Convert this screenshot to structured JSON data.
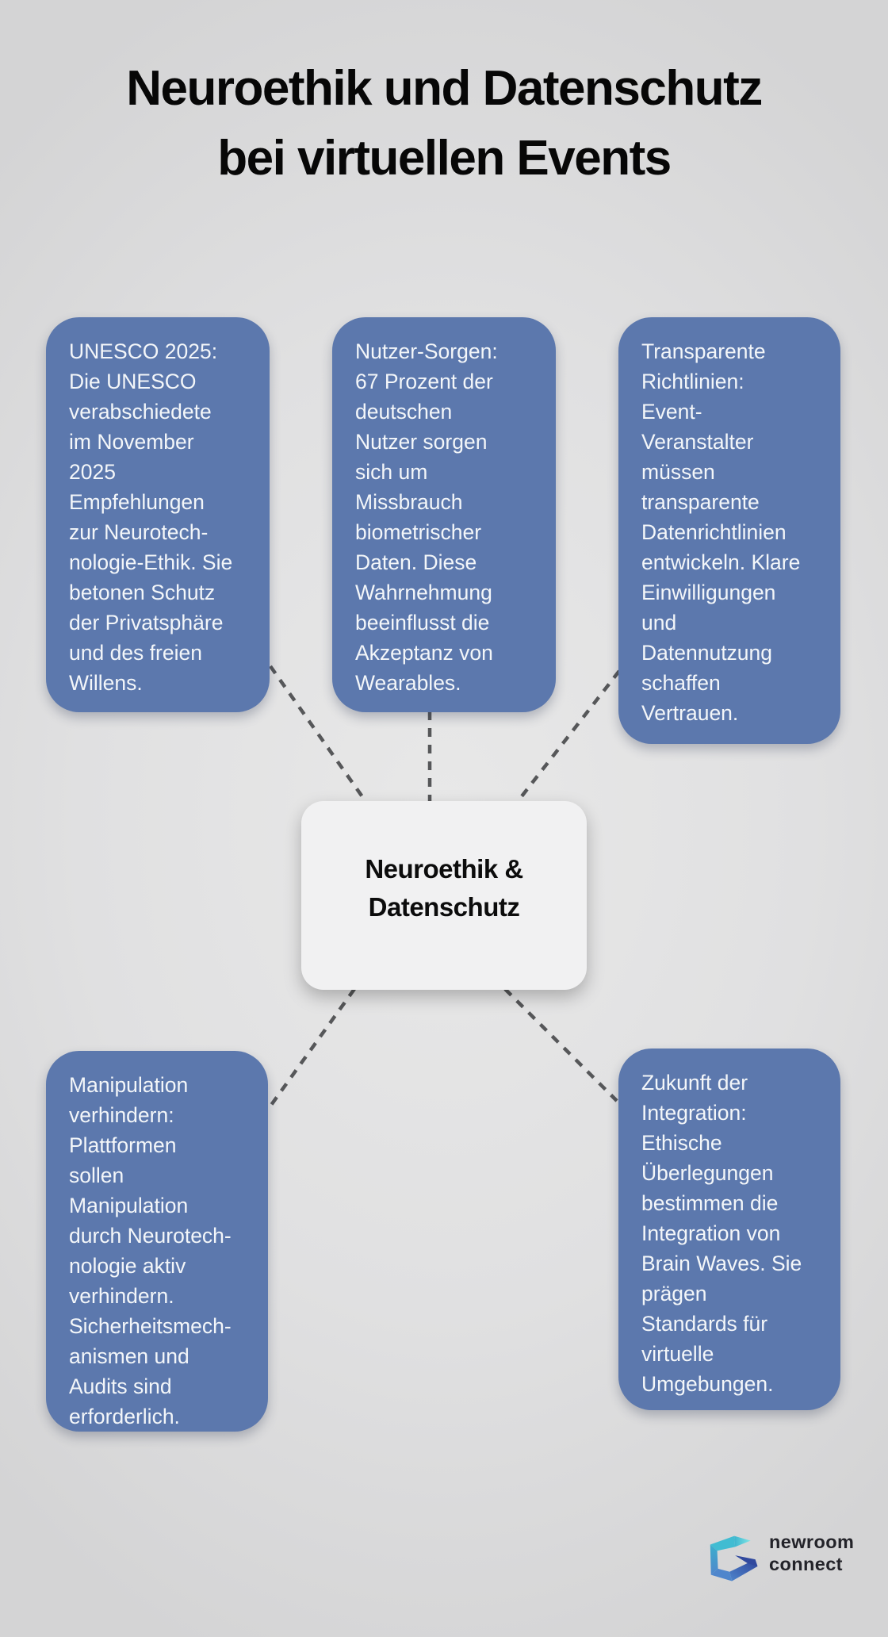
{
  "title": {
    "lines": [
      "Neuroethik und Datenschutz",
      "bei virtuellen Events"
    ]
  },
  "center": {
    "lines": [
      "Neuroethik &",
      "Datenschutz"
    ]
  },
  "cards": [
    {
      "id": "unesco-2025",
      "lines": [
        "UNESCO 2025:",
        "Die UNESCO",
        "verabschiedete",
        "im November",
        "2025",
        "Empfehlungen",
        "zur Neurotech-",
        "nologie-Ethik. Sie",
        "betonen Schutz",
        "der Privatsphäre",
        "und des freien",
        "Willens."
      ]
    },
    {
      "id": "nutzer-sorgen",
      "lines": [
        "Nutzer-Sorgen:",
        "67 Prozent der",
        "deutschen",
        "Nutzer sorgen",
        "sich um",
        "Missbrauch",
        "biometrischer",
        "Daten. Diese",
        "Wahrnehmung",
        "beeinflusst die",
        "Akzeptanz von",
        "Wearables."
      ]
    },
    {
      "id": "transparente-richtlinien",
      "lines": [
        "Transparente",
        "Richtlinien:",
        "Event-",
        "Veranstalter",
        "müssen",
        "transparente",
        "Datenrichtlinien",
        "entwickeln. Klare",
        "Einwilligungen",
        "und",
        "Datennutzung",
        "schaffen",
        "Vertrauen."
      ]
    },
    {
      "id": "manipulation-verhindern",
      "lines": [
        "Manipulation",
        "verhindern:",
        "Plattformen",
        "sollen",
        "Manipulation",
        "durch Neurotech-",
        "nologie aktiv",
        "verhindern.",
        "Sicherheitsmech-",
        "anismen und",
        "Audits sind",
        "erforderlich."
      ]
    },
    {
      "id": "zukunft-der-integration",
      "lines": [
        "Zukunft der",
        "Integration:",
        "Ethische",
        "Überlegungen",
        "bestimmen die",
        "Integration von",
        "Brain Waves. Sie",
        "prägen",
        "Standards für",
        "virtuelle",
        "Umgebungen."
      ]
    }
  ],
  "logo": {
    "line1": "newroom",
    "line2": "connect"
  },
  "colors": {
    "background": "#dfdfe0",
    "card_fill": "#5c78ad",
    "card_text": "#f3f6f9",
    "center_fill": "#f1f1f2",
    "connector": "#565759",
    "title_text": "#070707",
    "logo_teal": "#3db4ce",
    "logo_cyan": "#7ee6e6",
    "logo_blue": "#4f86cc",
    "logo_navy": "#31499e"
  }
}
